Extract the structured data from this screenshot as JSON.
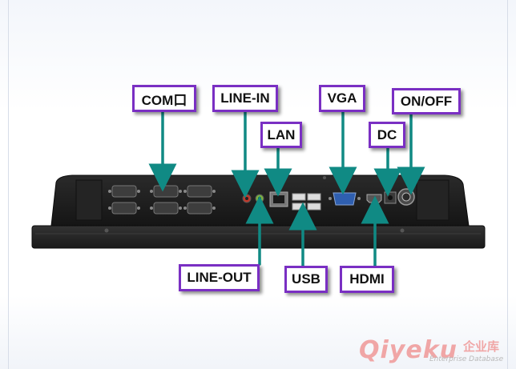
{
  "labels": {
    "com": "COM口",
    "line_in": "LINE-IN",
    "lan": "LAN",
    "vga": "VGA",
    "dc": "DC",
    "on_off": "ON/OFF",
    "line_out": "LINE-OUT",
    "usb": "USB",
    "hdmi": "HDMI"
  },
  "watermark": {
    "brand": "Qiyeku",
    "brand_cn": "企业库",
    "tagline": "Enterprise Database"
  },
  "colors": {
    "label_border": "#7a2fc3",
    "arrow": "#108a84",
    "chassis": "#1f1f1f",
    "watermark": "#f0a6a6"
  }
}
